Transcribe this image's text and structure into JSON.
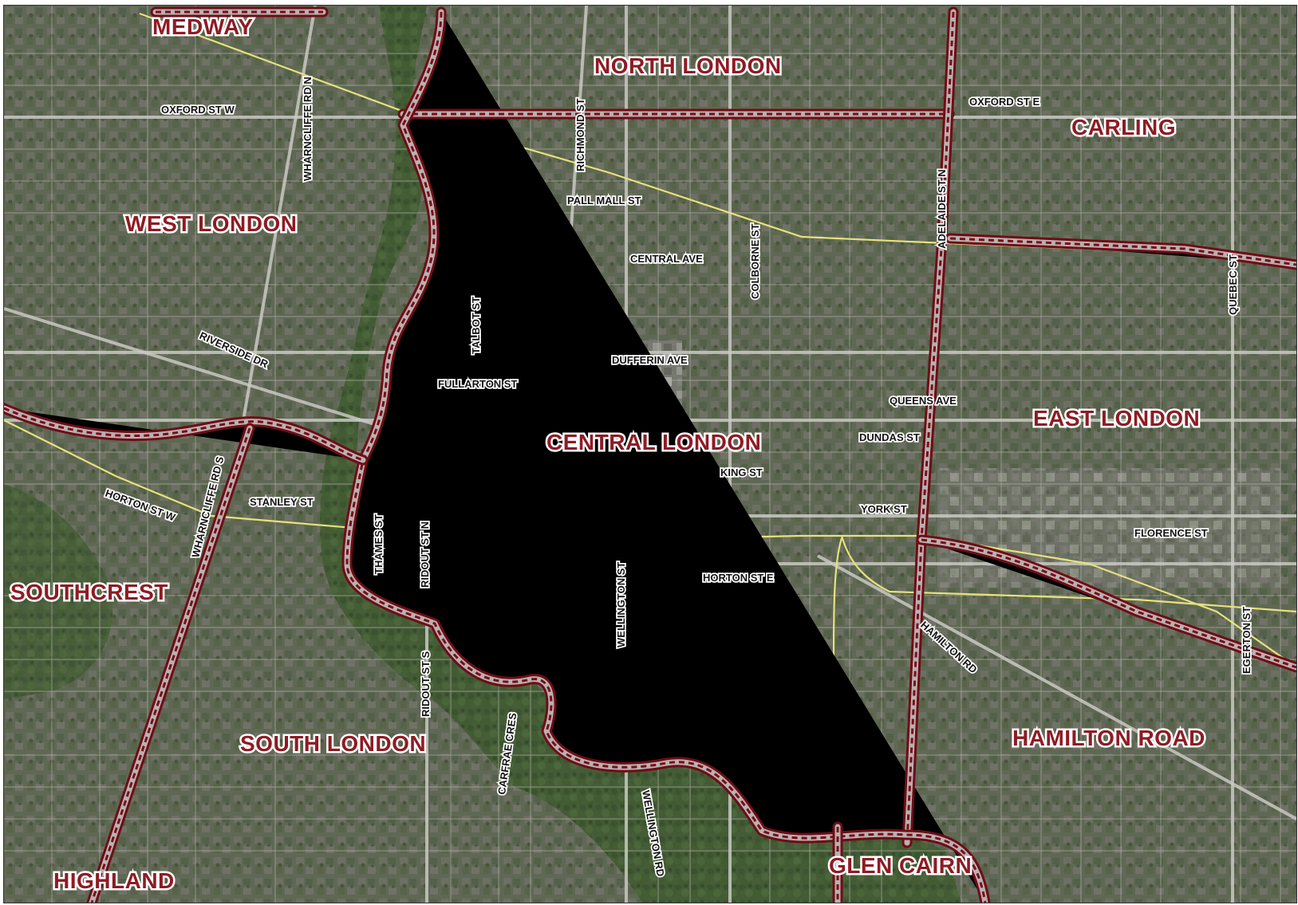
{
  "map": {
    "districts": {
      "medway": "MEDWAY",
      "north_london": "NORTH LONDON",
      "carling": "CARLING",
      "west_london": "WEST LONDON",
      "central_london": "CENTRAL LONDON",
      "east_london": "EAST LONDON",
      "southcrest": "SOUTHCREST",
      "south_london": "SOUTH LONDON",
      "hamilton_road": "HAMILTON ROAD",
      "highland": "HIGHLAND",
      "glen_cairn": "GLEN CAIRN"
    },
    "streets": {
      "oxford_st_w": "OXFORD ST W",
      "oxford_st_e": "OXFORD ST E",
      "wharncliffe_rd_n": "WHARNCLIFFE RD N",
      "wharncliffe_rd_s": "WHARNCLIFFE RD S",
      "richmond_st": "RICHMOND ST",
      "pall_mall_st": "PALL MALL ST",
      "adelaide_st_n": "ADELAIDE ST N",
      "colborne_st": "COLBORNE ST",
      "central_ave": "CENTRAL AVE",
      "quebec_st": "QUEBEC ST",
      "talbot_st": "TALBOT ST",
      "riverside_dr": "RIVERSIDE DR",
      "dufferin_ave": "DUFFERIN AVE",
      "fullarton_st": "FULLARTON ST",
      "queens_ave": "QUEENS AVE",
      "dundas_st": "DUNDAS ST",
      "king_st": "KING ST",
      "horton_st_w": "HORTON ST W",
      "stanley_st": "STANLEY ST",
      "thames_st": "THAMES ST",
      "ridout_st_n": "RIDOUT ST N",
      "york_st": "YORK ST",
      "florence_st": "FLORENCE ST",
      "wellington_st": "WELLINGTON ST",
      "horton_st_e": "HORTON ST E",
      "hamilton_rd": "HAMILTON RD",
      "egerton_st": "EGERTON ST",
      "ridout_st_s": "RIDOUT ST S",
      "carfrae_cres": "CARFRAE CRES",
      "wellington_rd": "WELLINGTON RD"
    },
    "colors": {
      "imagery_base": "#5e6753",
      "boundary": "#7a0e18",
      "district_label": "#8e1b24",
      "railway": "#e8e27a",
      "river_valley": "#3e5a2e"
    }
  }
}
